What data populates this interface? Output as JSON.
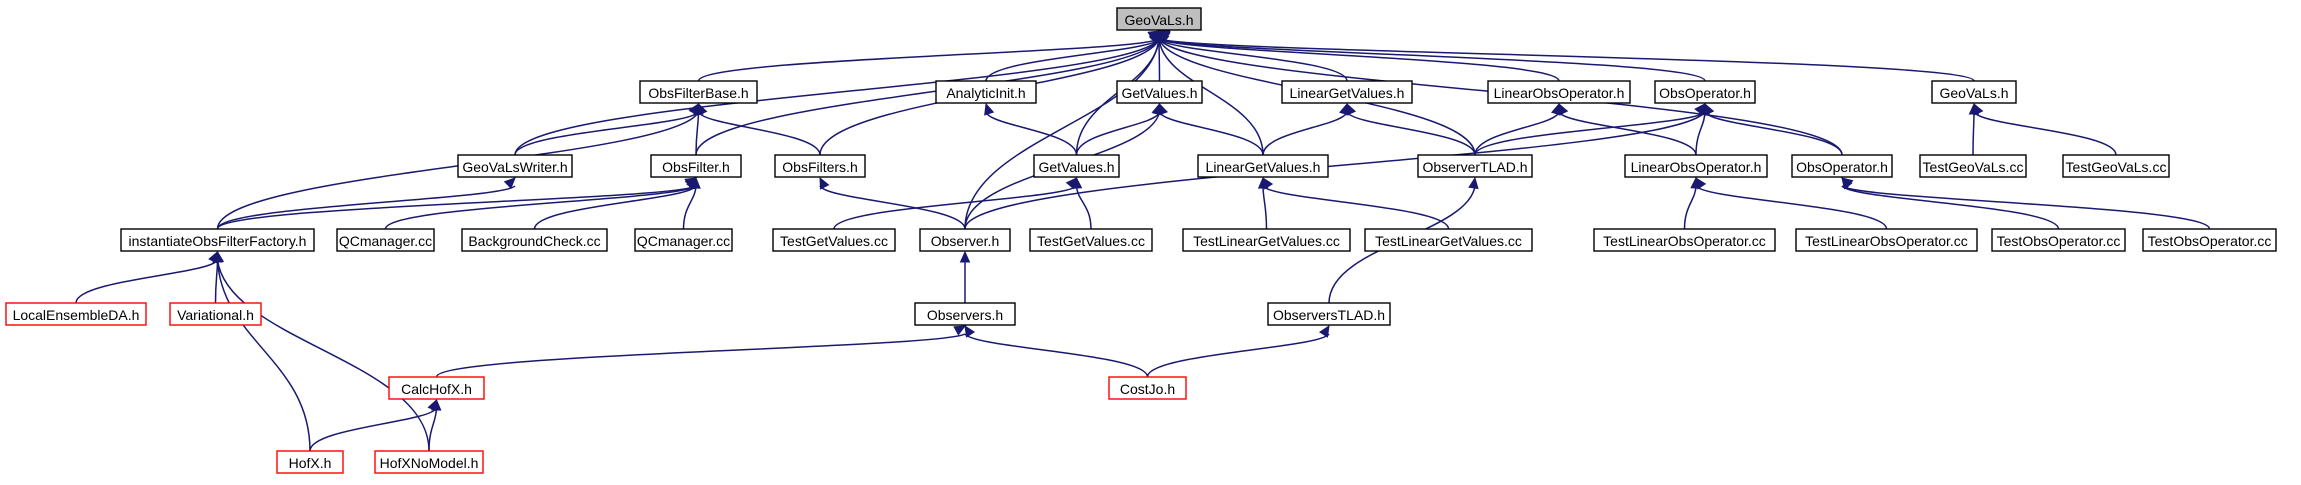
{
  "graph": {
    "colors": {
      "edge": "#191970",
      "root_fill": "#bfbfbf",
      "truncated_border": "#ff0000",
      "node_border": "#000000"
    },
    "nodes": [
      {
        "id": "geovals_h_root",
        "label": "GeoVaLs.h",
        "style": "root"
      },
      {
        "id": "obsfilterbase_h",
        "label": "ObsFilterBase.h"
      },
      {
        "id": "analyticinit_h",
        "label": "AnalyticInit.h"
      },
      {
        "id": "getvalues_h_1",
        "label": "GetValues.h"
      },
      {
        "id": "lineargetvalues_h_1",
        "label": "LinearGetValues.h"
      },
      {
        "id": "linearobsoperator_h_1",
        "label": "LinearObsOperator.h"
      },
      {
        "id": "obsoperator_h_1",
        "label": "ObsOperator.h"
      },
      {
        "id": "geovals_h_2",
        "label": "GeoVaLs.h"
      },
      {
        "id": "geovalswriter_h",
        "label": "GeoVaLsWriter.h"
      },
      {
        "id": "obsfilter_h",
        "label": "ObsFilter.h"
      },
      {
        "id": "obsfilters_h",
        "label": "ObsFilters.h"
      },
      {
        "id": "getvalues_h_2",
        "label": "GetValues.h"
      },
      {
        "id": "lineargetvalues_h_2",
        "label": "LinearGetValues.h"
      },
      {
        "id": "observertlad_h",
        "label": "ObserverTLAD.h"
      },
      {
        "id": "linearobsoperator_h_2",
        "label": "LinearObsOperator.h"
      },
      {
        "id": "obsoperator_h_2",
        "label": "ObsOperator.h"
      },
      {
        "id": "testgeovals_cc_1",
        "label": "TestGeoVaLs.cc"
      },
      {
        "id": "testgeovals_cc_2",
        "label": "TestGeoVaLs.cc"
      },
      {
        "id": "instantiateobsfilterfactory_h",
        "label": "instantiateObsFilterFactory.h"
      },
      {
        "id": "qcmanager_cc_1",
        "label": "QCmanager.cc"
      },
      {
        "id": "backgroundcheck_cc",
        "label": "BackgroundCheck.cc"
      },
      {
        "id": "qcmanager_cc_2",
        "label": "QCmanager.cc"
      },
      {
        "id": "testgetvalues_cc_1",
        "label": "TestGetValues.cc"
      },
      {
        "id": "observer_h",
        "label": "Observer.h"
      },
      {
        "id": "testgetvalues_cc_2",
        "label": "TestGetValues.cc"
      },
      {
        "id": "testlineargetvalues_cc_1",
        "label": "TestLinearGetValues.cc"
      },
      {
        "id": "testlineargetvalues_cc_2",
        "label": "TestLinearGetValues.cc"
      },
      {
        "id": "testlinearobsoperator_cc_1",
        "label": "TestLinearObsOperator.cc"
      },
      {
        "id": "testlinearobsoperator_cc_2",
        "label": "TestLinearObsOperator.cc"
      },
      {
        "id": "testobsoperator_cc_1",
        "label": "TestObsOperator.cc"
      },
      {
        "id": "testobsoperator_cc_2",
        "label": "TestObsOperator.cc"
      },
      {
        "id": "localensembleda_h",
        "label": "LocalEnsembleDA.h",
        "style": "red"
      },
      {
        "id": "variational_h",
        "label": "Variational.h",
        "style": "red"
      },
      {
        "id": "observers_h",
        "label": "Observers.h"
      },
      {
        "id": "observerstlad_h",
        "label": "ObserversTLAD.h"
      },
      {
        "id": "calchofx_h",
        "label": "CalcHofX.h",
        "style": "red"
      },
      {
        "id": "costjo_h",
        "label": "CostJo.h",
        "style": "red"
      },
      {
        "id": "hofx_h",
        "label": "HofX.h",
        "style": "red"
      },
      {
        "id": "hofxnomodel_h",
        "label": "HofXNoModel.h",
        "style": "red"
      }
    ],
    "edges": [
      {
        "from": "geovals_h_root",
        "to": "obsfilterbase_h"
      },
      {
        "from": "geovals_h_root",
        "to": "analyticinit_h"
      },
      {
        "from": "geovals_h_root",
        "to": "getvalues_h_1"
      },
      {
        "from": "geovals_h_root",
        "to": "lineargetvalues_h_1"
      },
      {
        "from": "geovals_h_root",
        "to": "linearobsoperator_h_1"
      },
      {
        "from": "geovals_h_root",
        "to": "obsoperator_h_1"
      },
      {
        "from": "geovals_h_root",
        "to": "geovals_h_2"
      },
      {
        "from": "geovals_h_root",
        "to": "geovalswriter_h"
      },
      {
        "from": "geovals_h_root",
        "to": "obsfilter_h"
      },
      {
        "from": "geovals_h_root",
        "to": "obsfilters_h"
      },
      {
        "from": "geovals_h_root",
        "to": "getvalues_h_2"
      },
      {
        "from": "geovals_h_root",
        "to": "lineargetvalues_h_2"
      },
      {
        "from": "geovals_h_root",
        "to": "observertlad_h"
      },
      {
        "from": "geovals_h_root",
        "to": "obsoperator_h_2"
      },
      {
        "from": "geovals_h_root",
        "to": "observer_h"
      },
      {
        "from": "obsfilterbase_h",
        "to": "geovalswriter_h"
      },
      {
        "from": "obsfilterbase_h",
        "to": "obsfilter_h"
      },
      {
        "from": "obsfilterbase_h",
        "to": "obsfilters_h"
      },
      {
        "from": "obsfilterbase_h",
        "to": "instantiateobsfilterfactory_h"
      },
      {
        "from": "geovalswriter_h",
        "to": "instantiateobsfilterfactory_h"
      },
      {
        "from": "obsfilter_h",
        "to": "instantiateobsfilterfactory_h"
      },
      {
        "from": "obsfilter_h",
        "to": "qcmanager_cc_1"
      },
      {
        "from": "obsfilter_h",
        "to": "backgroundcheck_cc"
      },
      {
        "from": "obsfilter_h",
        "to": "qcmanager_cc_2"
      },
      {
        "from": "obsfilters_h",
        "to": "observer_h"
      },
      {
        "from": "analyticinit_h",
        "to": "getvalues_h_2"
      },
      {
        "from": "getvalues_h_1",
        "to": "getvalues_h_2"
      },
      {
        "from": "getvalues_h_1",
        "to": "lineargetvalues_h_2"
      },
      {
        "from": "getvalues_h_1",
        "to": "observer_h"
      },
      {
        "from": "getvalues_h_2",
        "to": "testgetvalues_cc_1"
      },
      {
        "from": "getvalues_h_2",
        "to": "testgetvalues_cc_2"
      },
      {
        "from": "lineargetvalues_h_1",
        "to": "lineargetvalues_h_2"
      },
      {
        "from": "lineargetvalues_h_1",
        "to": "observertlad_h"
      },
      {
        "from": "lineargetvalues_h_2",
        "to": "testlineargetvalues_cc_1"
      },
      {
        "from": "lineargetvalues_h_2",
        "to": "testlineargetvalues_cc_2"
      },
      {
        "from": "linearobsoperator_h_1",
        "to": "observertlad_h"
      },
      {
        "from": "linearobsoperator_h_1",
        "to": "linearobsoperator_h_2"
      },
      {
        "from": "obsoperator_h_1",
        "to": "observertlad_h"
      },
      {
        "from": "obsoperator_h_1",
        "to": "linearobsoperator_h_2"
      },
      {
        "from": "obsoperator_h_1",
        "to": "obsoperator_h_2"
      },
      {
        "from": "obsoperator_h_1",
        "to": "observer_h"
      },
      {
        "from": "linearobsoperator_h_2",
        "to": "testlinearobsoperator_cc_1"
      },
      {
        "from": "linearobsoperator_h_2",
        "to": "testlinearobsoperator_cc_2"
      },
      {
        "from": "obsoperator_h_2",
        "to": "testobsoperator_cc_1"
      },
      {
        "from": "obsoperator_h_2",
        "to": "testobsoperator_cc_2"
      },
      {
        "from": "geovals_h_2",
        "to": "testgeovals_cc_1"
      },
      {
        "from": "geovals_h_2",
        "to": "testgeovals_cc_2"
      },
      {
        "from": "observertlad_h",
        "to": "observerstlad_h"
      },
      {
        "from": "instantiateobsfilterfactory_h",
        "to": "localensembleda_h"
      },
      {
        "from": "instantiateobsfilterfactory_h",
        "to": "variational_h"
      },
      {
        "from": "instantiateobsfilterfactory_h",
        "to": "hofx_h"
      },
      {
        "from": "instantiateobsfilterfactory_h",
        "to": "hofxnomodel_h"
      },
      {
        "from": "observer_h",
        "to": "observers_h"
      },
      {
        "from": "observers_h",
        "to": "calchofx_h"
      },
      {
        "from": "observers_h",
        "to": "costjo_h"
      },
      {
        "from": "observerstlad_h",
        "to": "costjo_h"
      },
      {
        "from": "calchofx_h",
        "to": "hofx_h"
      },
      {
        "from": "calchofx_h",
        "to": "hofxnomodel_h"
      }
    ]
  }
}
